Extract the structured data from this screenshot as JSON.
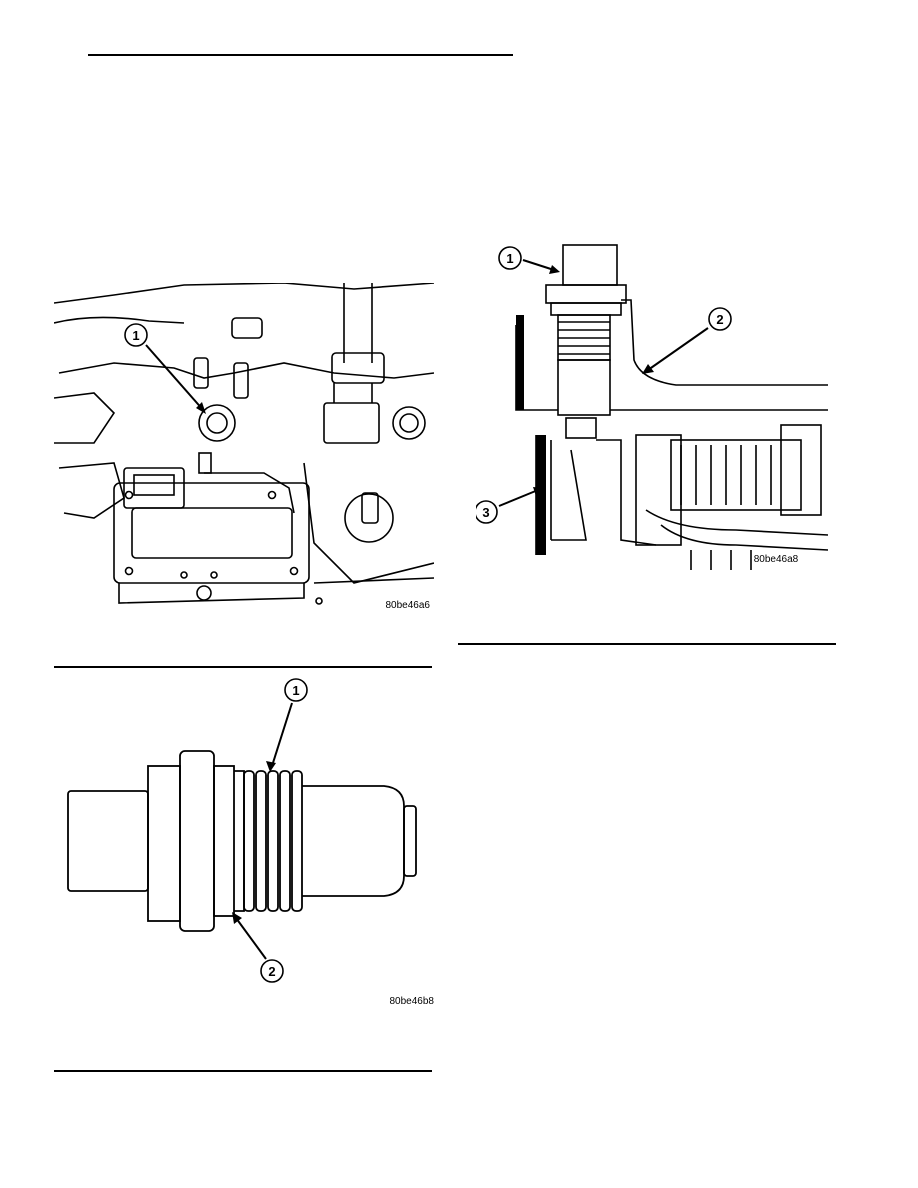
{
  "figures": [
    {
      "code": "80be46a6",
      "callouts": [
        "1"
      ],
      "icon": "sensor-on-transmission-icon"
    },
    {
      "code": "80be46a8",
      "callouts": [
        "1",
        "2",
        "3"
      ],
      "icon": "sensor-cutaway-icon"
    },
    {
      "code": "80be46b8",
      "callouts": [
        "1",
        "2"
      ],
      "icon": "sensor-detail-icon"
    }
  ]
}
